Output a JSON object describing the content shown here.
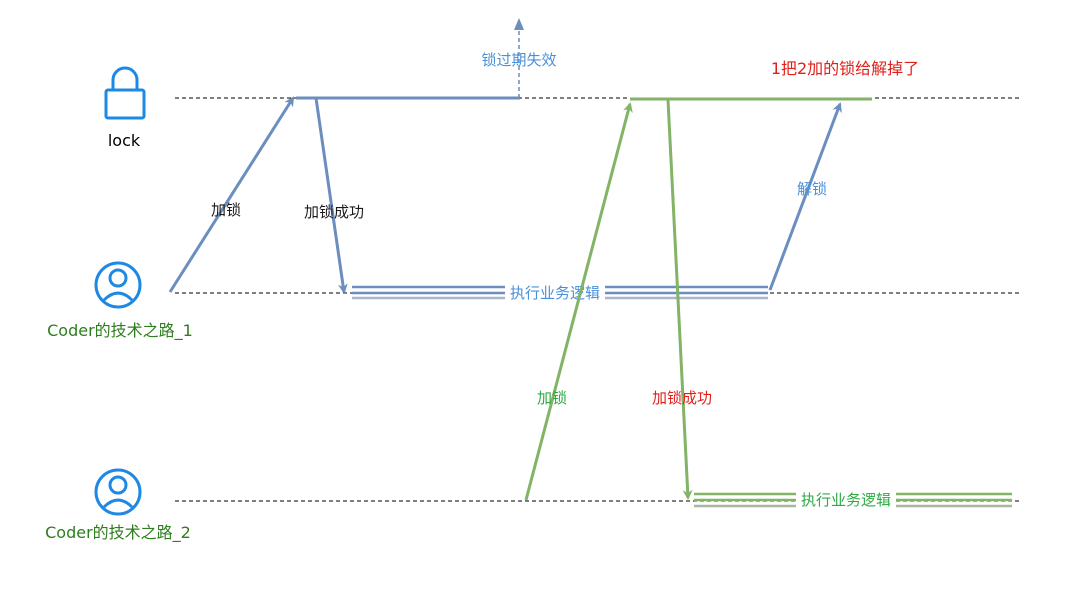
{
  "actors": {
    "lock": {
      "label": "lock",
      "icon": "lock-icon"
    },
    "client1": {
      "label": "Coder的技术之路_1",
      "icon": "user-icon"
    },
    "client2": {
      "label": "Coder的技术之路_2",
      "icon": "user-icon"
    }
  },
  "messages": {
    "c1_acquire": "加锁",
    "c1_acquire_ok": "加锁成功",
    "c1_business": "执行业务逻辑",
    "c1_unlock": "解锁",
    "lock_expired": "锁过期失效",
    "c2_acquire": "加锁",
    "c2_acquire_ok": "加锁成功",
    "c2_business": "执行业务逻辑",
    "annotation": "1把2加的锁给解掉了"
  },
  "colors": {
    "client1_flow": "#6c8ebf",
    "client2_flow": "#82b366",
    "lock_expired_text": "#4a90d9",
    "client1_text": "#1a1a1a",
    "client1_label": "#2e7d1e",
    "client2_text_green": "#2eaa44",
    "client2_text_red": "#e0201a",
    "icon_blue": "#1e88e5",
    "lifeline": "#000000"
  }
}
